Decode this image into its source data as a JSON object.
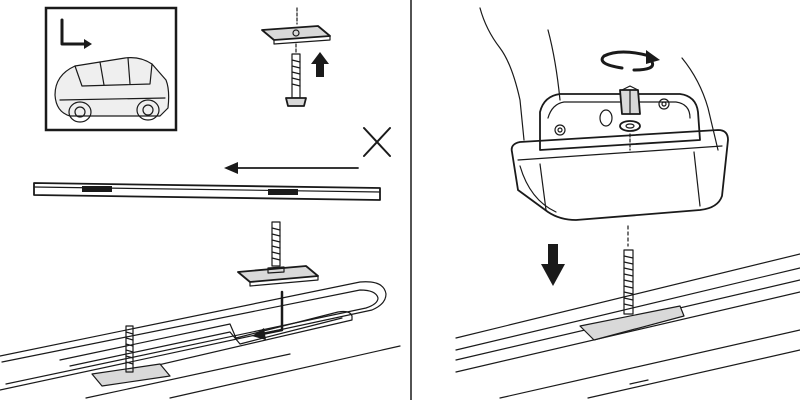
{
  "figure": {
    "panels": [
      {
        "id": "left",
        "step": "insert-t-bolt-into-roof-rail-slot"
      },
      {
        "id": "right",
        "step": "mount-foot-onto-bolt-and-tighten"
      }
    ],
    "icons": {
      "inset": "car-location-icon",
      "up_arrow": "up-arrow-icon",
      "cross": "x-mark-icon",
      "left_arrow": "left-arrow-icon",
      "down_arrow": "down-arrow-icon",
      "rotation": "rotate-arrow-icon"
    },
    "colors": {
      "line": "#1a1a1a",
      "plate": "#d9d9d9",
      "background": "#ffffff"
    }
  }
}
